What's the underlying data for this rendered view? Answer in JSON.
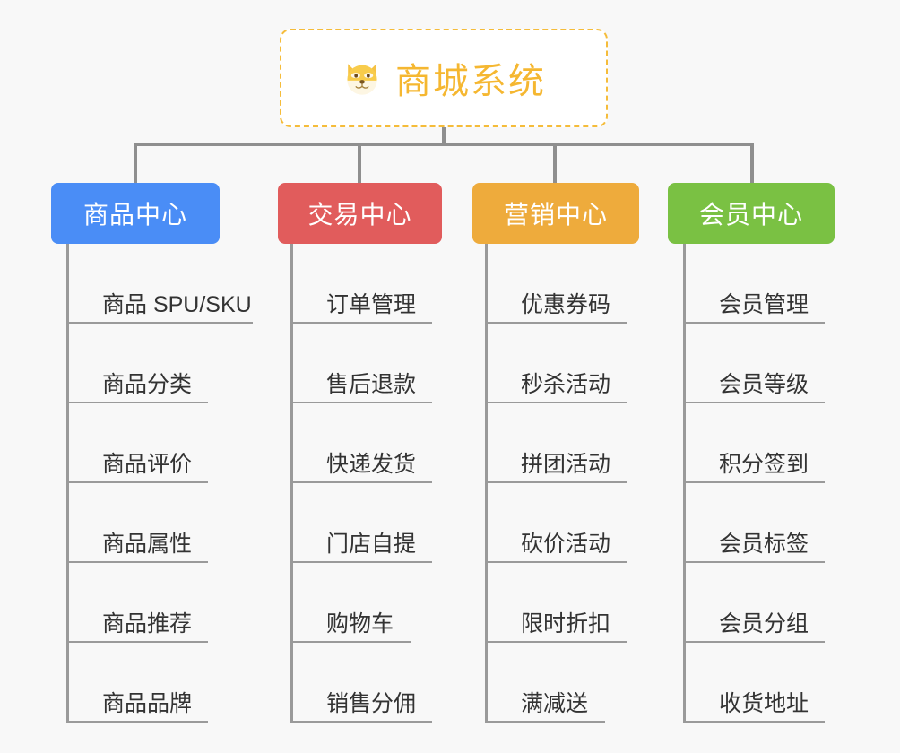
{
  "diagram": {
    "title": "商城系统",
    "type": "mind-map-tree",
    "background_color": "#f8f8f8",
    "root": {
      "label": "商城系统",
      "icon": "dog-face-emoji",
      "icon_glyph": "🐶",
      "text_color": "#f5b731",
      "border_color": "#f5bc3a",
      "border_style": "dashed",
      "fill_color": "#ffffff"
    },
    "connector_color": "#8f8f8f",
    "leaf_line_color": "#9a9a9a",
    "leaf_text_color": "#333333",
    "branches": [
      {
        "label": "商品中心",
        "color": "#4a8df6",
        "leaves": [
          "商品 SPU/SKU",
          "商品分类",
          "商品评价",
          "商品属性",
          "商品推荐",
          "商品品牌"
        ]
      },
      {
        "label": "交易中心",
        "color": "#e15c5c",
        "leaves": [
          "订单管理",
          "售后退款",
          "快递发货",
          "门店自提",
          "购物车",
          "销售分佣"
        ]
      },
      {
        "label": "营销中心",
        "color": "#eeab3c",
        "leaves": [
          "优惠券码",
          "秒杀活动",
          "拼团活动",
          "砍价活动",
          "限时折扣",
          "满减送"
        ]
      },
      {
        "label": "会员中心",
        "color": "#78c council",
        "leaves": [
          "会员管理",
          "会员等级",
          "积分签到",
          "会员标签",
          "会员分组",
          "收货地址"
        ]
      }
    ]
  }
}
